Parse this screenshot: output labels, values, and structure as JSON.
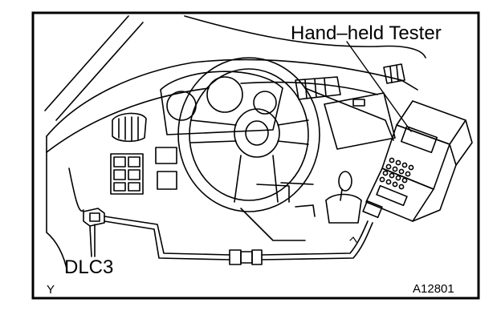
{
  "labels": {
    "tester": "Hand–held Tester",
    "connector": "DLC3",
    "corner_mark": "Y",
    "figure_code": "A12801"
  }
}
